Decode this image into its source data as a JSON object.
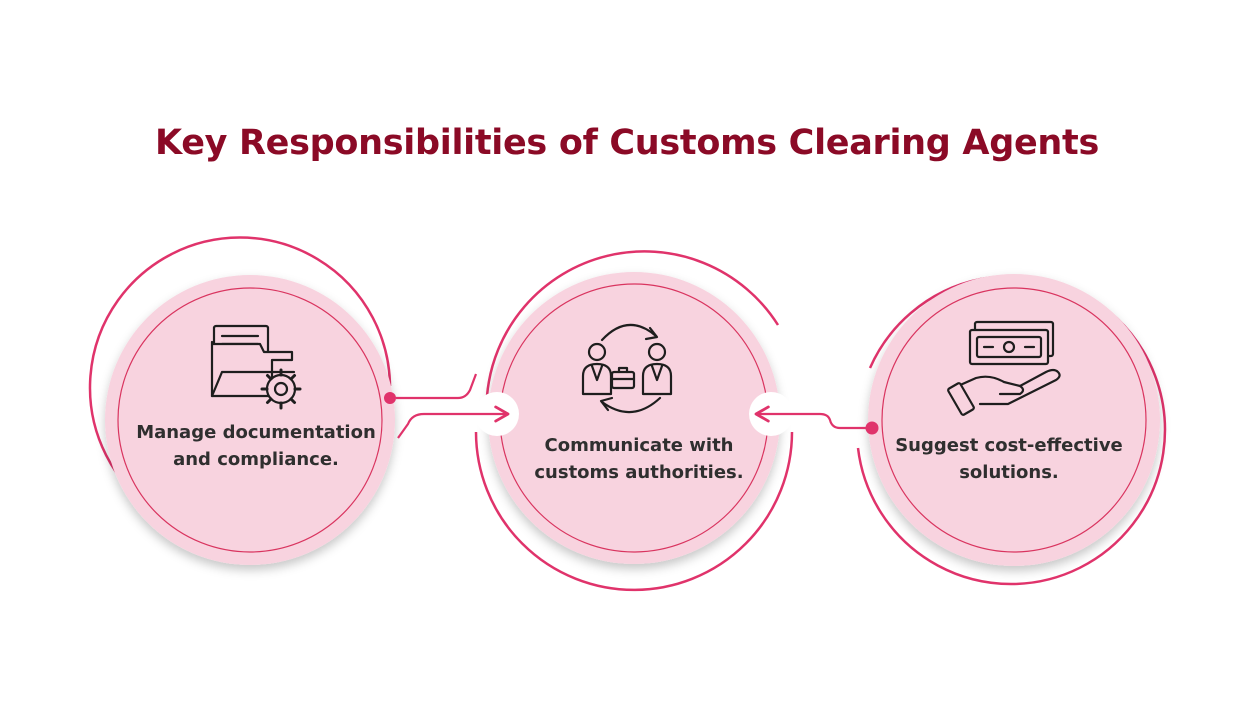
{
  "title": "Key Responsibilities of Customs Clearing Agents",
  "colors": {
    "title": "#8b0a26",
    "accent": "#e0336b",
    "circle_fill": "#f8d3df",
    "text": "#2f2f2f"
  },
  "steps": [
    {
      "label": "Manage documentation and compliance.",
      "icon": "documents-gear-icon"
    },
    {
      "label": "Communicate with customs authorities.",
      "icon": "two-people-exchange-icon"
    },
    {
      "label": "Suggest cost-effective solutions.",
      "icon": "money-hand-icon"
    }
  ]
}
